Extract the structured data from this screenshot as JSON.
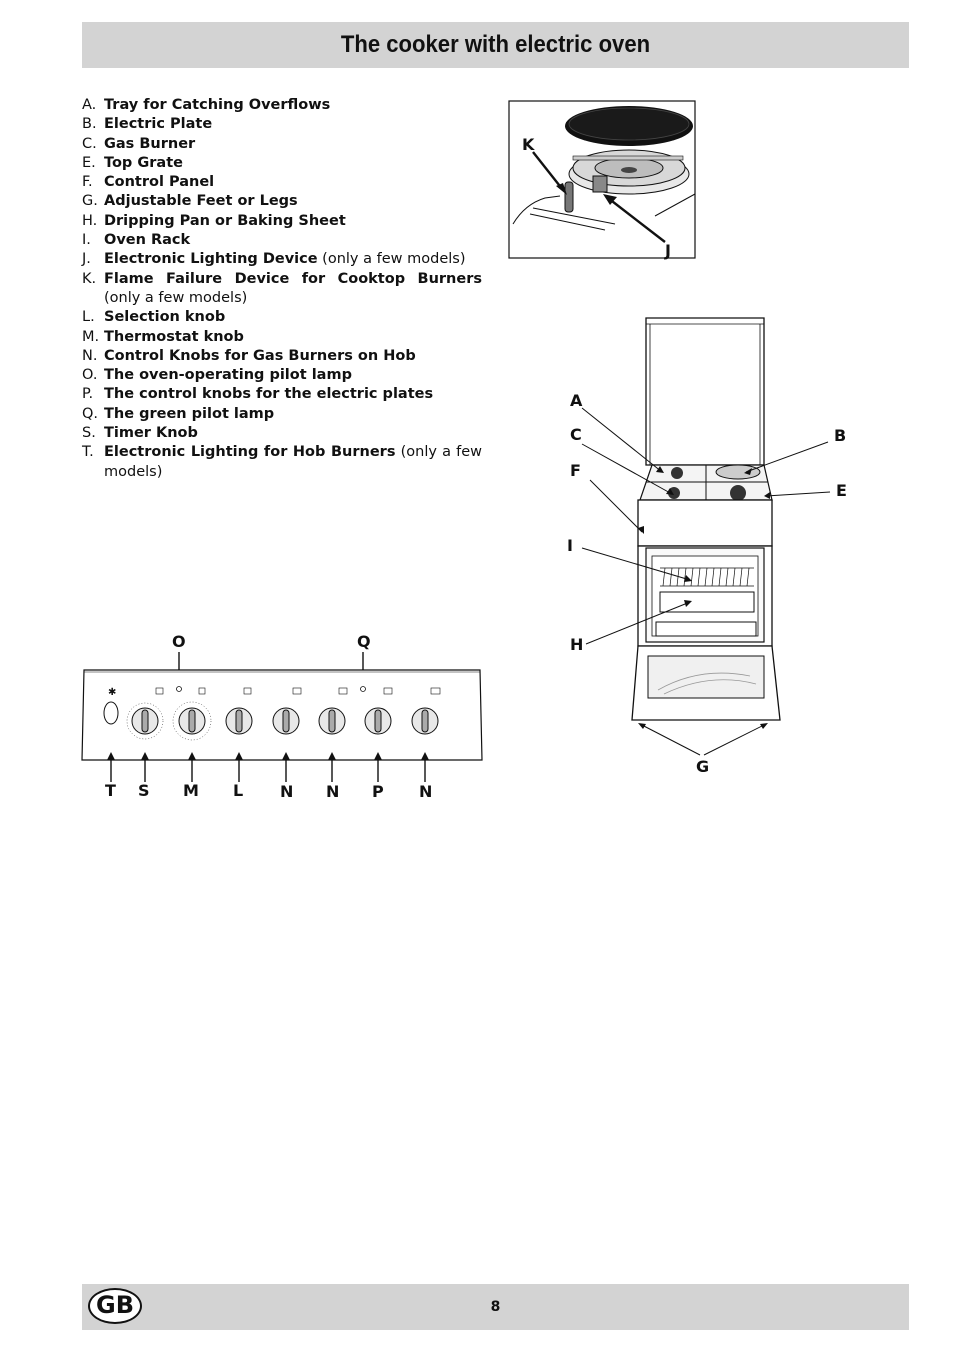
{
  "title": "The cooker with electric oven",
  "parts": [
    {
      "key": "A.",
      "name": "Tray for Catching Overflows",
      "note": ""
    },
    {
      "key": "B.",
      "name": "Electric Plate",
      "note": ""
    },
    {
      "key": "C.",
      "name": "Gas Burner",
      "note": ""
    },
    {
      "key": "E.",
      "name": "Top Grate",
      "note": ""
    },
    {
      "key": "F.",
      "name": "Control Panel",
      "note": ""
    },
    {
      "key": "G.",
      "name": "Adjustable Feet or Legs",
      "note": ""
    },
    {
      "key": "H.",
      "name": "Dripping Pan or Baking Sheet",
      "note": ""
    },
    {
      "key": "I.",
      "name": "Oven Rack",
      "note": ""
    },
    {
      "key": "J.",
      "name": "Electronic Lighting Device",
      "note": " (only a few models)"
    },
    {
      "key": "K.",
      "name": "Flame Failure Device for Cooktop Burners",
      "note": " (only a few models)"
    },
    {
      "key": "L.",
      "name": "Selection knob",
      "note": ""
    },
    {
      "key": "M.",
      "name": "Thermostat knob",
      "note": ""
    },
    {
      "key": "N.",
      "name": "Control Knobs for Gas Burners on Hob",
      "note": ""
    },
    {
      "key": "O.",
      "name": "The oven-operating pilot lamp",
      "note": ""
    },
    {
      "key": "P.",
      "name": "The control knobs for the electric plates",
      "note": ""
    },
    {
      "key": "Q.",
      "name": "The green pilot lamp",
      "note": ""
    },
    {
      "key": "S.",
      "name": "Timer Knob",
      "note": ""
    },
    {
      "key": "T.",
      "name": "Electronic Lighting for Hob Burners",
      "note": " (only a few models)"
    }
  ],
  "burner_figure": {
    "labels": {
      "k": "K",
      "j": "J"
    }
  },
  "cooker_figure": {
    "labels": {
      "a": "A",
      "b": "B",
      "c": "C",
      "e": "E",
      "f": "F",
      "i": "I",
      "h": "H",
      "g": "G"
    }
  },
  "panel_figure": {
    "top_labels": {
      "o": "O",
      "q": "Q"
    },
    "bottom_labels": [
      "T",
      "S",
      "M",
      "L",
      "N",
      "N",
      "P",
      "N"
    ]
  },
  "footer": {
    "badge": "GB",
    "page_number": "8"
  }
}
